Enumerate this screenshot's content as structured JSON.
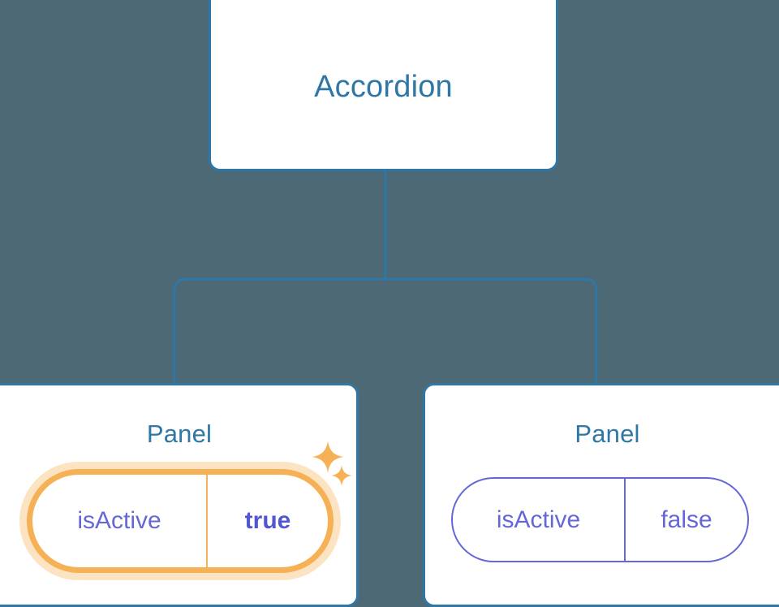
{
  "diagram": {
    "type": "component-tree",
    "background_color": "#4c6975",
    "node_border_color": "#2e77a6",
    "node_title_color": "#2e77a6",
    "connector_color": "#2e77a6",
    "prop_color": "#6468d6",
    "highlight_color": "#f6b055",
    "highlight_glow_color": "#fbdfb0",
    "highlight_value_color": "#5356d3"
  },
  "root": {
    "title": "Accordion"
  },
  "children": [
    {
      "title": "Panel",
      "highlighted": true,
      "prop": {
        "key": "isActive",
        "value": "true"
      },
      "sparkles": [
        {
          "name": "sparkle-large"
        },
        {
          "name": "sparkle-small"
        }
      ]
    },
    {
      "title": "Panel",
      "highlighted": false,
      "prop": {
        "key": "isActive",
        "value": "false"
      }
    }
  ]
}
